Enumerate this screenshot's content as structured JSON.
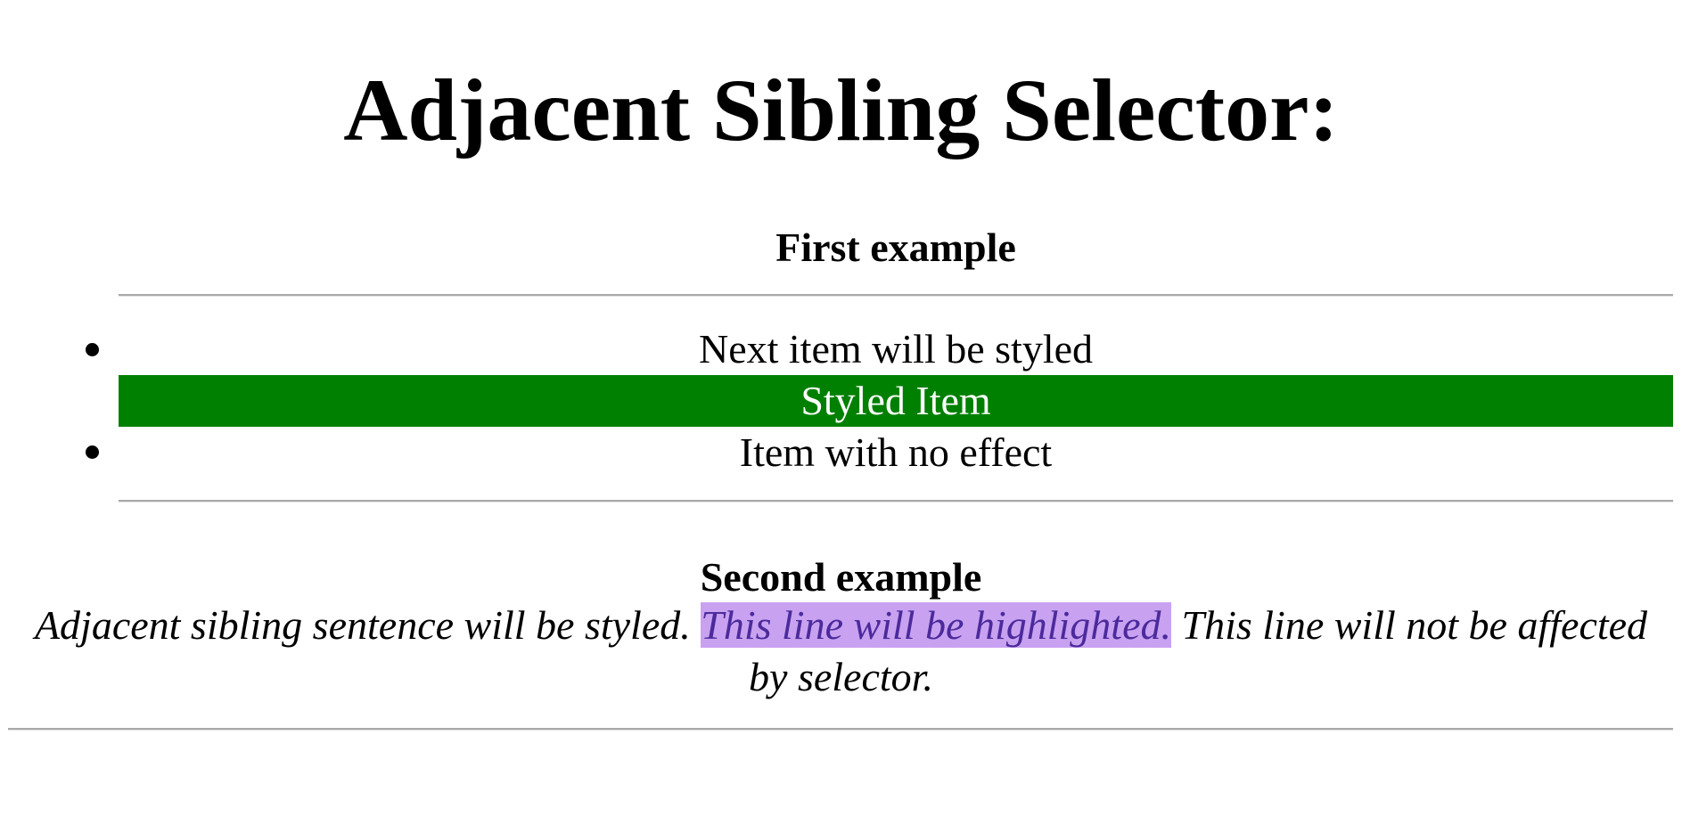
{
  "page_title": "Adjacent Sibling Selector:",
  "first_example": {
    "heading": "First example",
    "items": [
      {
        "label": "Next item will be styled"
      },
      {
        "label": "Styled Item"
      },
      {
        "label": "Item with no effect"
      }
    ],
    "styled_item_background": "#008000",
    "styled_item_color": "#ffffff"
  },
  "second_example": {
    "heading": "Second example",
    "sentence_1": "Adjacent sibling sentence will be styled.",
    "sentence_2": "This line will be highlighted.",
    "sentence_3": "This line will not be affected by selector.",
    "highlight_background": "#c8a2f0",
    "highlight_color": "#4b2a9c"
  }
}
